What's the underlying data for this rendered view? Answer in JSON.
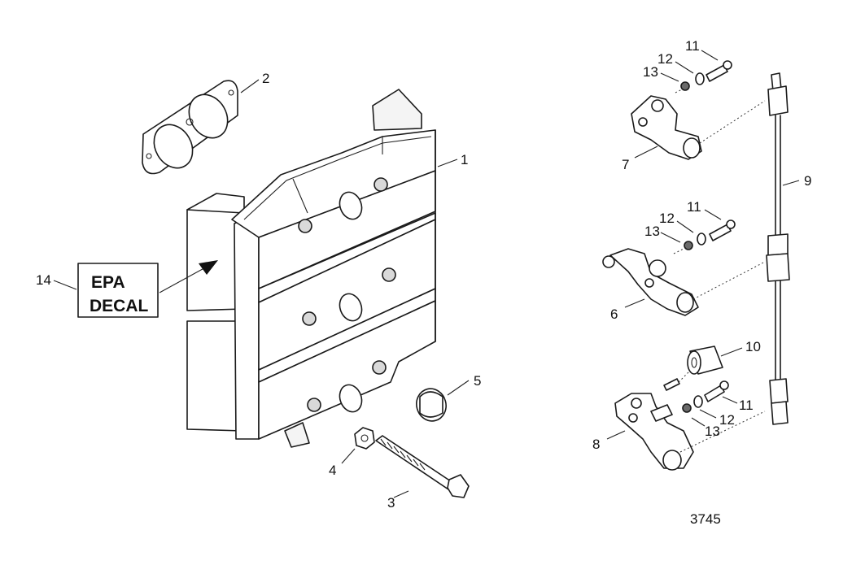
{
  "callouts": {
    "c1": "1",
    "c2": "2",
    "c3": "3",
    "c4": "4",
    "c5": "5",
    "c6": "6",
    "c7": "7",
    "c8": "8",
    "c9": "9",
    "c10": "10",
    "c11a": "11",
    "c11b": "11",
    "c11c": "11",
    "c12a": "12",
    "c12b": "12",
    "c12c": "12",
    "c13a": "13",
    "c13b": "13",
    "c13c": "13",
    "c14": "14"
  },
  "decal": {
    "line1": "EPA",
    "line2": "DECAL"
  },
  "figure_number": "3745"
}
